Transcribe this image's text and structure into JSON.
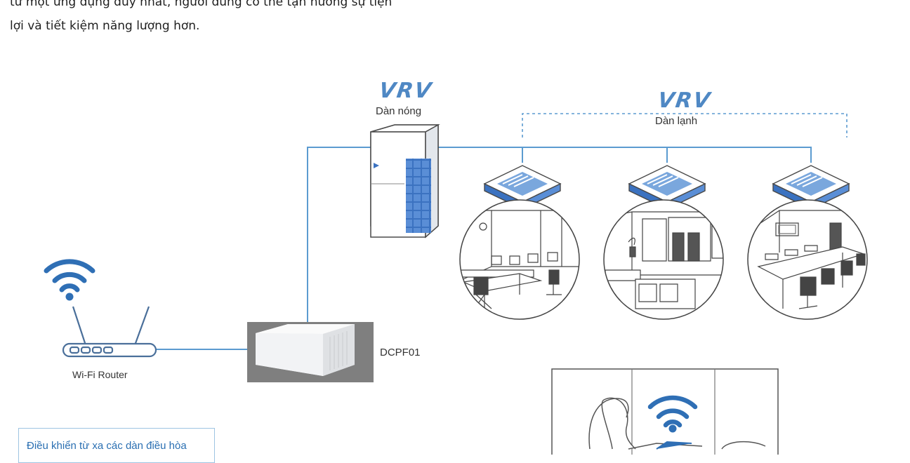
{
  "intro": {
    "line1": "từ một ứng dụng duy nhất, người dùng có thể tận hưởng sự tiện",
    "line2": "lợi và tiết kiệm năng lượng hơn."
  },
  "outdoor": {
    "brand": "VRV",
    "label": "Dàn nóng"
  },
  "indoor": {
    "brand": "VRV",
    "label": "Dàn lạnh"
  },
  "router": {
    "label": "Wi-Fi Router"
  },
  "adapter": {
    "label": "DCPF01"
  },
  "remote": {
    "label": "Điều khiển từ xa các dàn điều hòa"
  },
  "colors": {
    "line": "#5b9bd0",
    "accent": "#2a6fb2",
    "brand": "#4f88c4",
    "panel": "#3b72c0",
    "stroke": "#4a4a4a"
  },
  "icons": [
    "wifi-icon",
    "router-icon",
    "outdoor-unit-icon",
    "cassette-unit-icon",
    "laptop-user-icon"
  ]
}
